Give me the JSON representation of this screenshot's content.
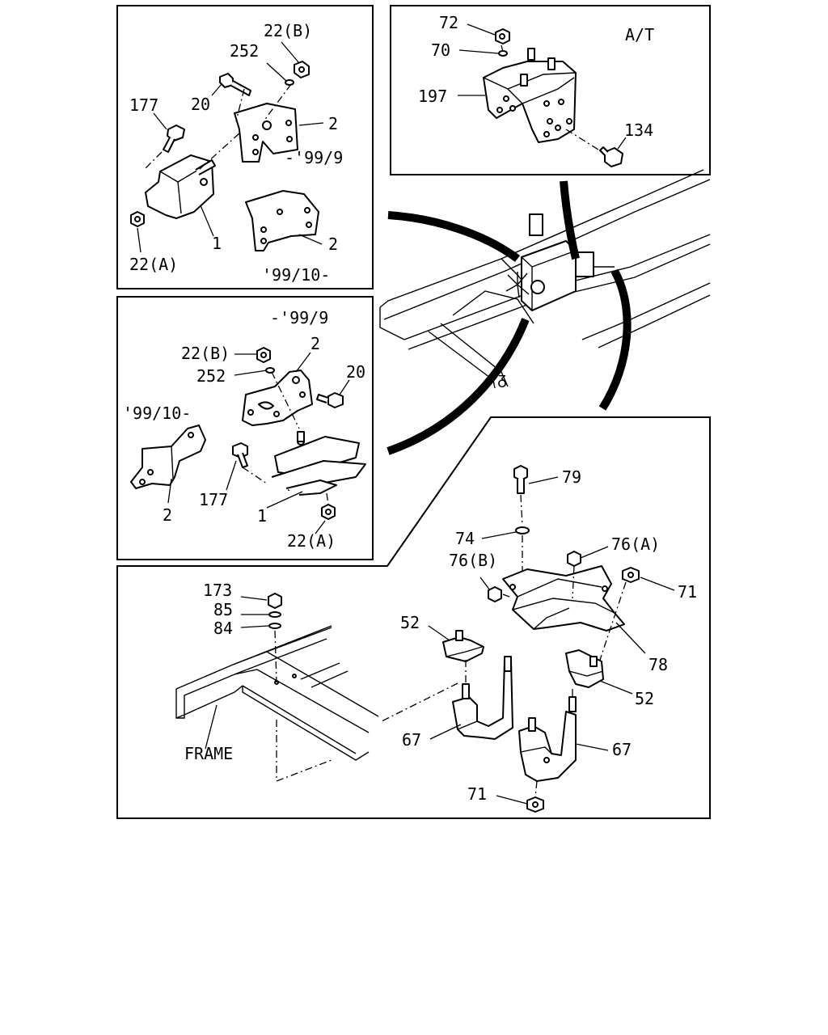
{
  "panels": {
    "top_left": {
      "labels": [
        "22(B)",
        "252",
        "20",
        "177",
        "2",
        "-'99/9",
        "1",
        "22(A)",
        "2",
        "'99/10-"
      ]
    },
    "top_right": {
      "labels": [
        "72",
        "A/T",
        "70",
        "197",
        "134"
      ]
    },
    "middle_left": {
      "labels": [
        "-'99/9",
        "22(B)",
        "2",
        "252",
        "20",
        "'99/10-",
        "177",
        "2",
        "1",
        "22(A)"
      ]
    },
    "bottom": {
      "labels": [
        "79",
        "74",
        "76(A)",
        "76(B)",
        "71",
        "173",
        "85",
        "84",
        "52",
        "78",
        "52",
        "67",
        "67",
        "FRAME",
        "71"
      ]
    }
  }
}
